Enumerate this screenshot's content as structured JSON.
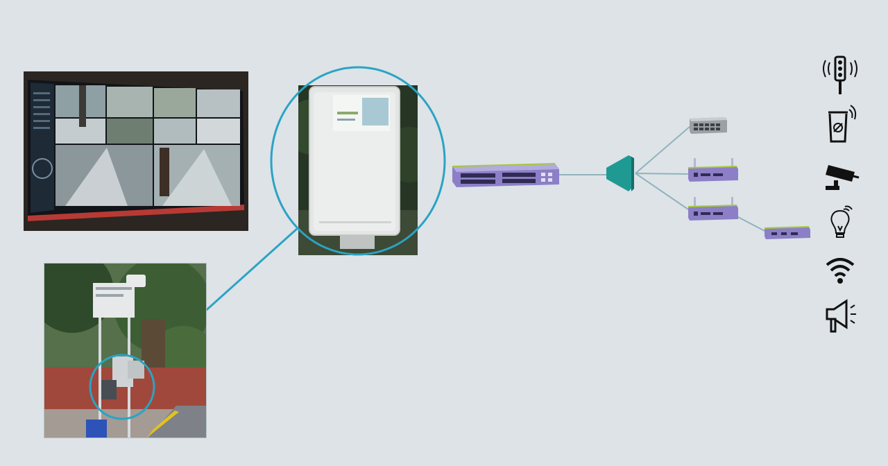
{
  "diagram": {
    "nodes": [
      {
        "id": "control-room-video-wall",
        "kind": "photo"
      },
      {
        "id": "street-pole-with-enclosure",
        "kind": "photo"
      },
      {
        "id": "outdoor-enclosure-closeup",
        "kind": "photo"
      },
      {
        "id": "managed-switch",
        "kind": "device"
      },
      {
        "id": "wireless-access-point",
        "kind": "device"
      },
      {
        "id": "edge-switch",
        "kind": "device"
      },
      {
        "id": "wireless-bridge-1",
        "kind": "device"
      },
      {
        "id": "wireless-bridge-2",
        "kind": "device"
      },
      {
        "id": "small-edge-switch",
        "kind": "device"
      }
    ],
    "connections": [
      {
        "from": "street-pole-with-enclosure",
        "to": "outdoor-enclosure-closeup"
      },
      {
        "from": "managed-switch",
        "to": "wireless-access-point"
      },
      {
        "from": "wireless-access-point",
        "to": "edge-switch"
      },
      {
        "from": "wireless-access-point",
        "to": "wireless-bridge-1"
      },
      {
        "from": "wireless-access-point",
        "to": "wireless-bridge-2"
      },
      {
        "from": "wireless-bridge-2",
        "to": "small-edge-switch"
      }
    ],
    "endpoint_icons": [
      "traffic-light-icon",
      "smart-bin-icon",
      "cctv-camera-icon",
      "smart-bulb-icon",
      "wifi-icon",
      "megaphone-icon"
    ]
  },
  "colors": {
    "background": "#dde3e7",
    "highlight_ring": "#2ba3c4",
    "switch_body": "#8c7fc7",
    "switch_trim": "#a6c93a",
    "access_point": "#1f9a93",
    "link_line": "#8fb3bd"
  }
}
